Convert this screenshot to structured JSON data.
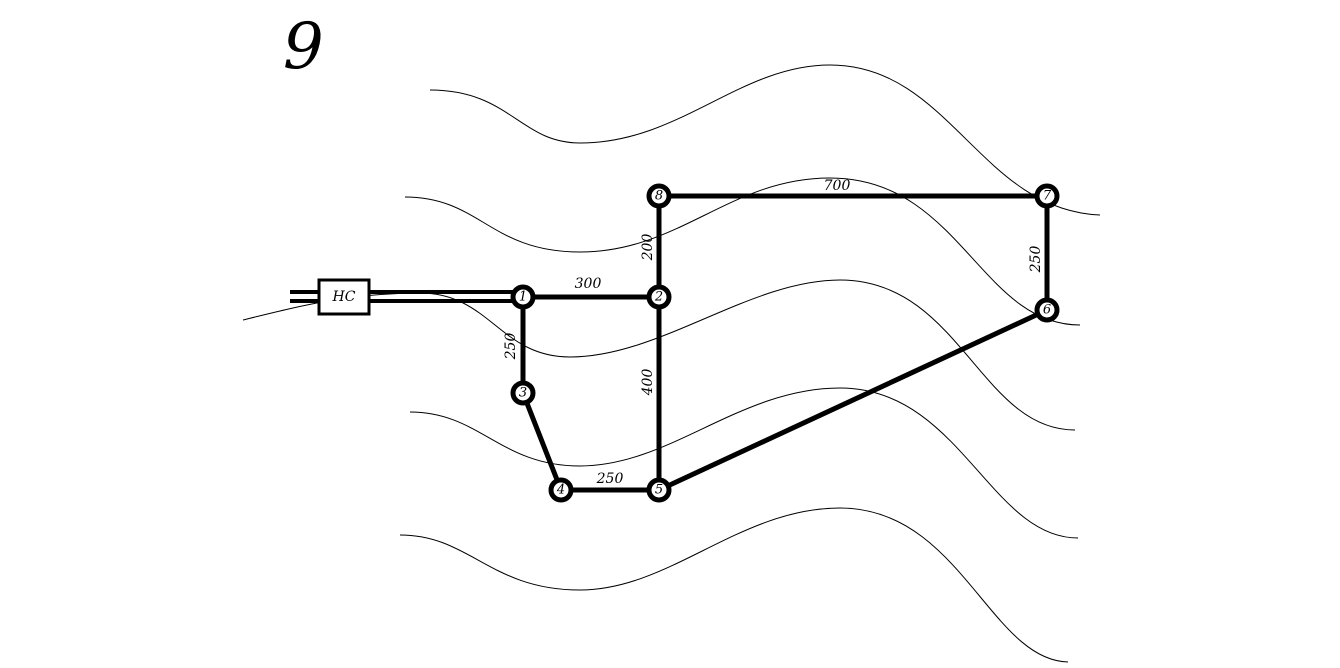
{
  "scheme_number": "9",
  "pump_station": {
    "label": "НС"
  },
  "nodes": [
    {
      "id": "1",
      "label": "1"
    },
    {
      "id": "2",
      "label": "2"
    },
    {
      "id": "3",
      "label": "3"
    },
    {
      "id": "4",
      "label": "4"
    },
    {
      "id": "5",
      "label": "5"
    },
    {
      "id": "6",
      "label": "6"
    },
    {
      "id": "7",
      "label": "7"
    },
    {
      "id": "8",
      "label": "8"
    }
  ],
  "pipes": [
    {
      "from": "1",
      "to": "2",
      "length": "300"
    },
    {
      "from": "2",
      "to": "8",
      "length": "200"
    },
    {
      "from": "8",
      "to": "7",
      "length": "700"
    },
    {
      "from": "7",
      "to": "6",
      "length": "250"
    },
    {
      "from": "1",
      "to": "3",
      "length": "250"
    },
    {
      "from": "2",
      "to": "5",
      "length": "400"
    },
    {
      "from": "4",
      "to": "5",
      "length": "250"
    },
    {
      "from": "3",
      "to": "4",
      "length": ""
    },
    {
      "from": "5",
      "to": "6",
      "length": ""
    }
  ]
}
